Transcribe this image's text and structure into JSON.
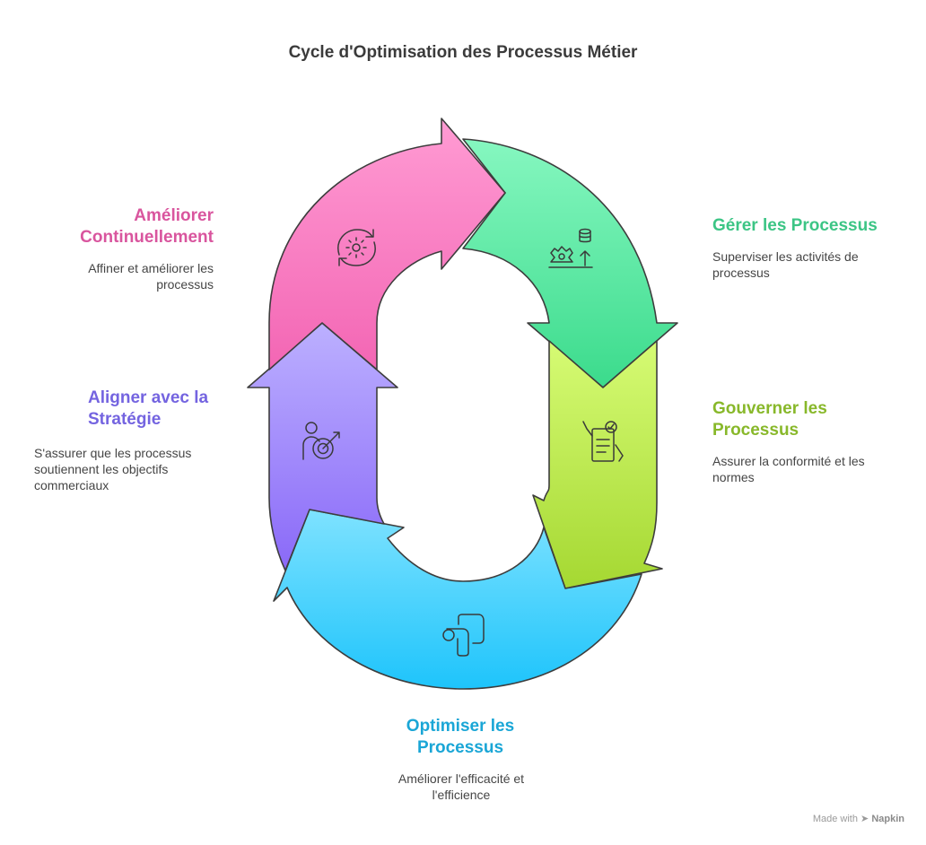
{
  "title": "Cycle d'Optimisation des Processus Métier",
  "steps": [
    {
      "id": "manage",
      "title": "Gérer les Processus",
      "description": "Superviser les activités de processus",
      "color": "#3cc585",
      "icon": "database-gear-icon"
    },
    {
      "id": "govern",
      "title": "Gouverner les Processus",
      "description": "Assurer la conformité et les normes",
      "color": "#88b82a",
      "icon": "checklist-hand-icon"
    },
    {
      "id": "optimize",
      "title": "Optimiser les Processus",
      "description": "Améliorer l'efficacité et l'efficience",
      "color": "#1aa6d6",
      "icon": "path-route-icon"
    },
    {
      "id": "align",
      "title": "Aligner avec la Stratégie",
      "description": "S'assurer que les processus soutiennent les objectifs commerciaux",
      "color": "#7464e0",
      "icon": "target-person-icon"
    },
    {
      "id": "improve",
      "title": "Améliorer Continuellement",
      "description": "Affiner et améliorer les processus",
      "color": "#d9559e",
      "icon": "cycle-gear-icon"
    }
  ],
  "footer": {
    "made_with": "Made with",
    "brand": "Napkin"
  }
}
